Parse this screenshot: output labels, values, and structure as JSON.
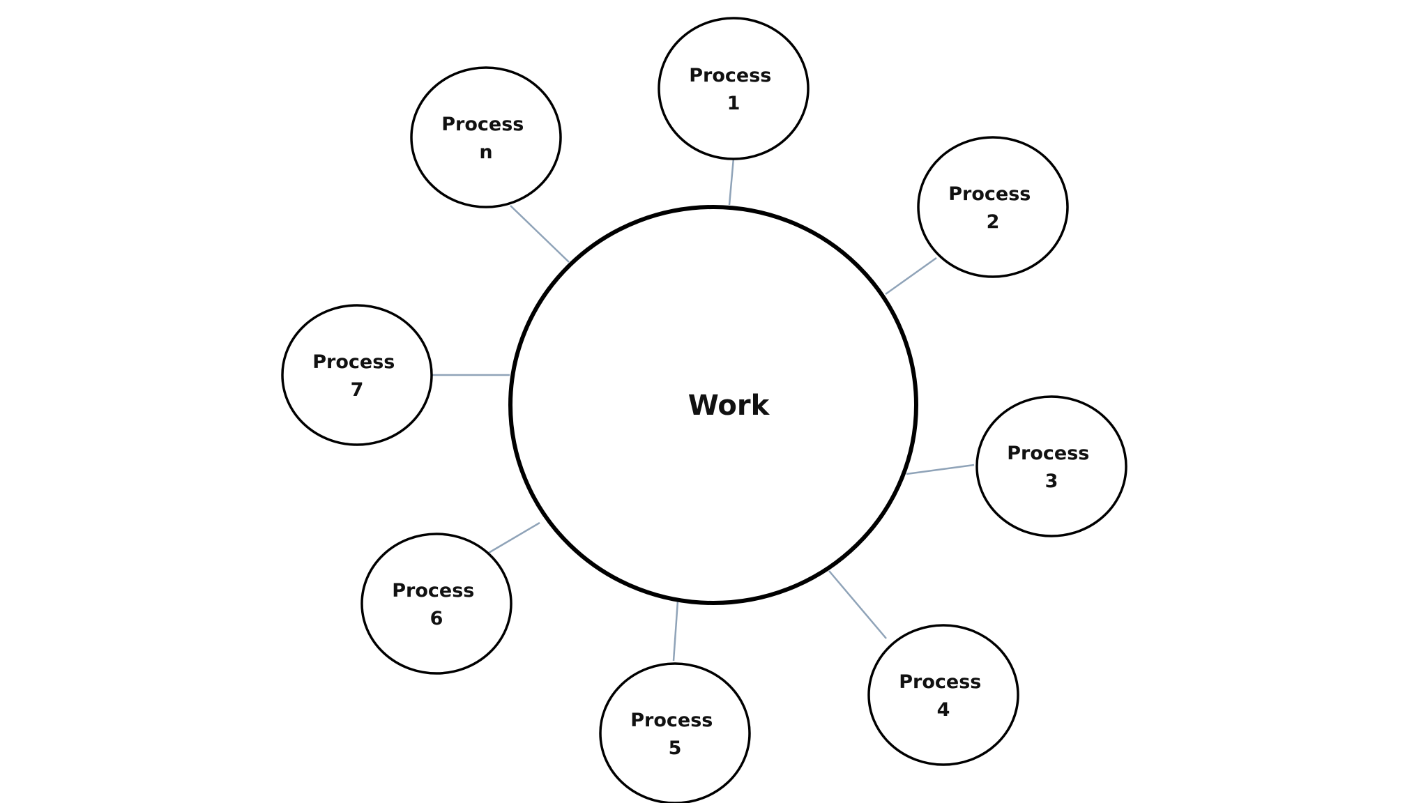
{
  "diagram": {
    "center": {
      "label": "Work"
    },
    "nodes": [
      {
        "id": "process-1",
        "line1": "Process",
        "line2": "1"
      },
      {
        "id": "process-2",
        "line1": "Process",
        "line2": "2"
      },
      {
        "id": "process-3",
        "line1": "Process",
        "line2": "3"
      },
      {
        "id": "process-4",
        "line1": "Process",
        "line2": "4"
      },
      {
        "id": "process-5",
        "line1": "Process",
        "line2": "5"
      },
      {
        "id": "process-6",
        "line1": "Process",
        "line2": "6"
      },
      {
        "id": "process-7",
        "line1": "Process",
        "line2": "7"
      },
      {
        "id": "process-n",
        "line1": "Process",
        "line2": "n"
      }
    ],
    "colors": {
      "outline": "#000000",
      "connector": "#8fa3b8",
      "background": "#ffffff"
    }
  }
}
